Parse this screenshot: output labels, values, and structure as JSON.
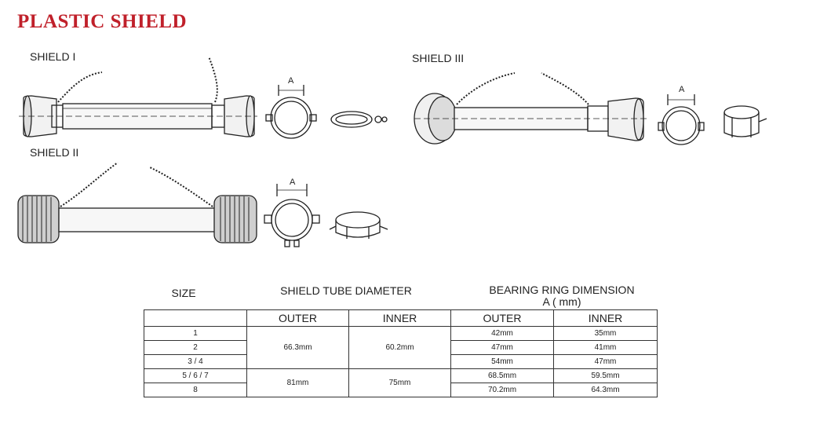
{
  "page": {
    "title": "PLASTIC SHIELD"
  },
  "shields": {
    "s1": "SHIELD I",
    "s2": "SHIELD II",
    "s3": "SHIELD III",
    "dim_label": "A"
  },
  "table": {
    "size_header": "SIZE",
    "tube_header": "SHIELD TUBE DIAMETER",
    "ring_header_line1": "BEARING RING DIMENSION",
    "ring_header_line2": "A ( mm)",
    "col_outer": "OUTER",
    "col_inner": "INNER",
    "col_ring_outer": "OUTER",
    "col_ring_inner": "INNER",
    "tube_rows": [
      {
        "outer": "66.3mm",
        "inner": "60.2mm"
      },
      {
        "outer": "81mm",
        "inner": "75mm"
      }
    ],
    "rows": [
      {
        "size": "1",
        "ring_outer": "42mm",
        "ring_inner": "35mm"
      },
      {
        "size": "2",
        "ring_outer": "47mm",
        "ring_inner": "41mm"
      },
      {
        "size": "3 / 4",
        "ring_outer": "54mm",
        "ring_inner": "47mm"
      },
      {
        "size": "5 / 6 / 7",
        "ring_outer": "68.5mm",
        "ring_inner": "59.5mm"
      },
      {
        "size": "8",
        "ring_outer": "70.2mm",
        "ring_inner": "64.3mm"
      }
    ]
  }
}
